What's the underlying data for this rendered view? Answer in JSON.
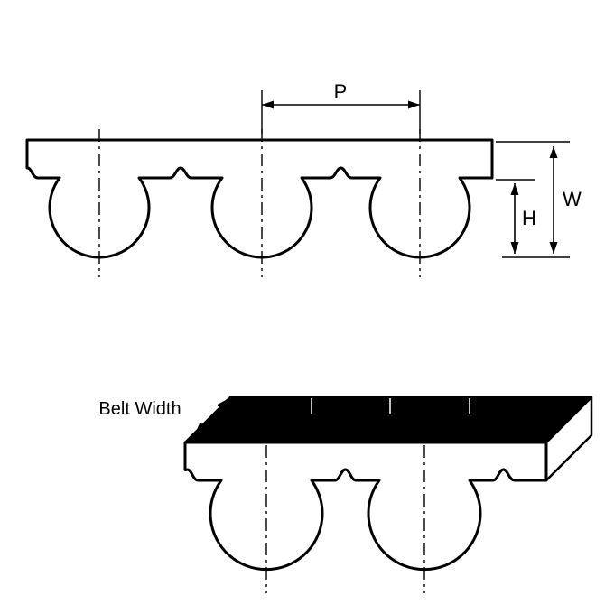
{
  "diagram": {
    "type": "timing-belt-tooth-profile-drawing",
    "colors": {
      "background": "#ffffff",
      "line": "#000000",
      "belt_fill": "#ffffff",
      "top_surface": "#000000"
    },
    "labels": {
      "pitch": "P",
      "overall_height": "W",
      "tooth_height": "H",
      "belt_width": "Belt Width"
    }
  }
}
